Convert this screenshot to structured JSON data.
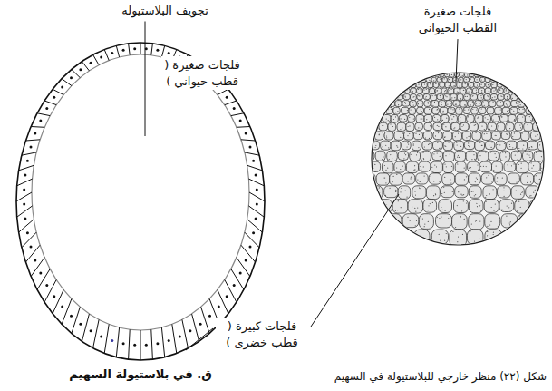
{
  "diagram": {
    "caption": "شكل (٢٢) منظر خارجي للبلاستيولة في السهيم",
    "labels": [
      "تجويف البلاستيوله",
      "فلجات صغيرة ( قطب حيواني )",
      "فلجات صغيرة القطب الحيواني",
      "فلجات كبيرة ( قطب خضرى )",
      "ق. في بلاستيولة السهيم"
    ]
  }
}
